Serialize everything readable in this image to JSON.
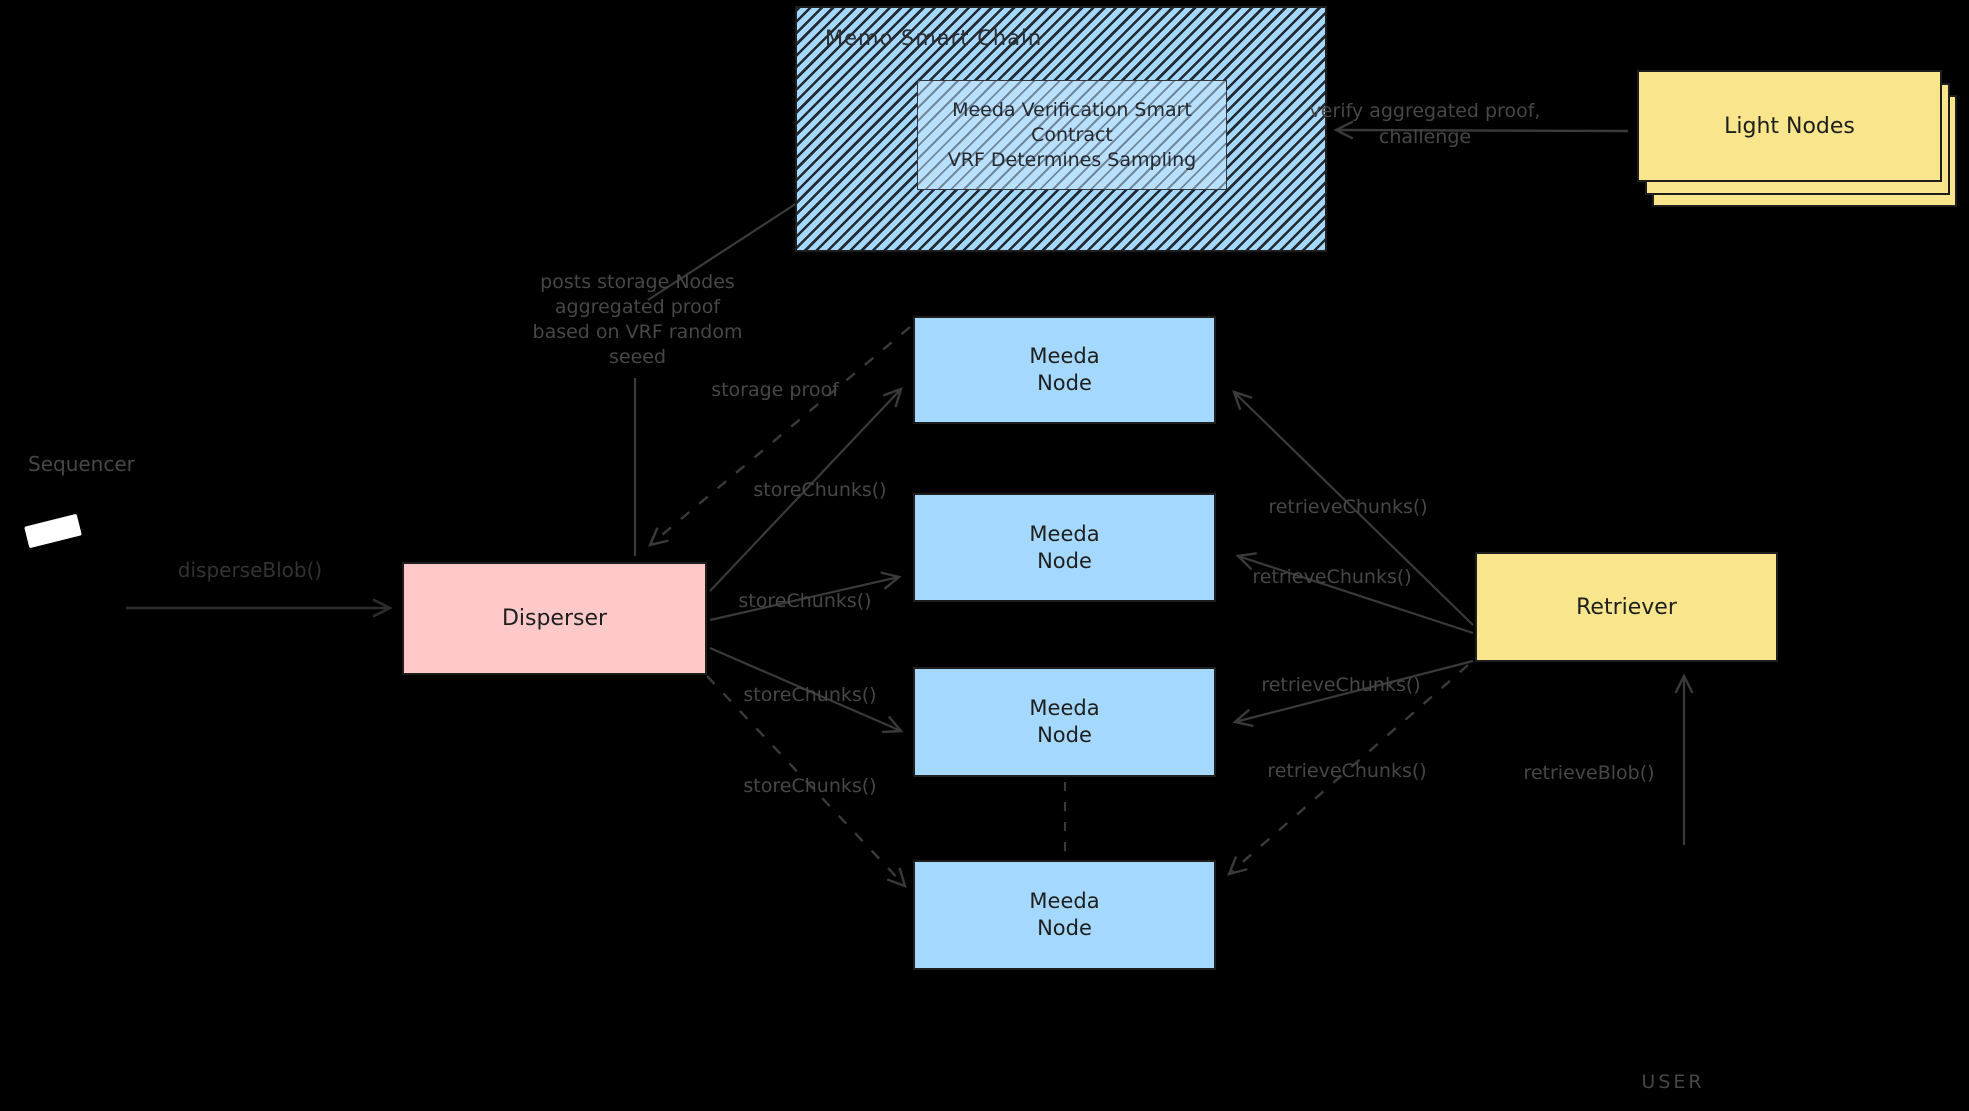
{
  "colors": {
    "background": "#000000",
    "node_blue": "#a5d8ff",
    "disperser_pink": "#ffc9c9",
    "yellow": "#f9e58c",
    "box_stroke": "#1e1e1e",
    "connector_gray": "#3a3a3a",
    "label_gray": "#474747"
  },
  "chain": {
    "title": "Memo Smart Chain",
    "contract": {
      "line1": "Meeda Verification Smart",
      "line2": "Contract",
      "line3": "VRF Determines Sampling"
    }
  },
  "light_nodes": {
    "label": "Light Nodes"
  },
  "actors": {
    "sequencer": "Sequencer",
    "user": "USER"
  },
  "disperser": {
    "label": "Disperser"
  },
  "retriever": {
    "label": "Retriever"
  },
  "meeda_nodes": [
    {
      "line1": "Meeda",
      "line2": "Node"
    },
    {
      "line1": "Meeda",
      "line2": "Node"
    },
    {
      "line1": "Meeda",
      "line2": "Node"
    },
    {
      "line1": "Meeda",
      "line2": "Node"
    }
  ],
  "edges": {
    "disperse_blob": "disperseBlob()",
    "storage_proof": "storage proof",
    "store_chunks": [
      "storeChunks()",
      "storeChunks()",
      "storeChunks()",
      "storeChunks()"
    ],
    "retrieve_chunks": [
      "retrieveChunks()",
      "retrieveChunks()",
      "retrieveChunks()",
      "retrieveChunks()"
    ],
    "retrieve_blob": "retrieveBlob()",
    "verify": {
      "line1": "verify aggregated proof,",
      "line2": "challenge"
    },
    "posts": {
      "line1": "posts storage Nodes",
      "line2": "aggregated proof",
      "line3": "based on VRF random",
      "line4": "seeed"
    }
  }
}
